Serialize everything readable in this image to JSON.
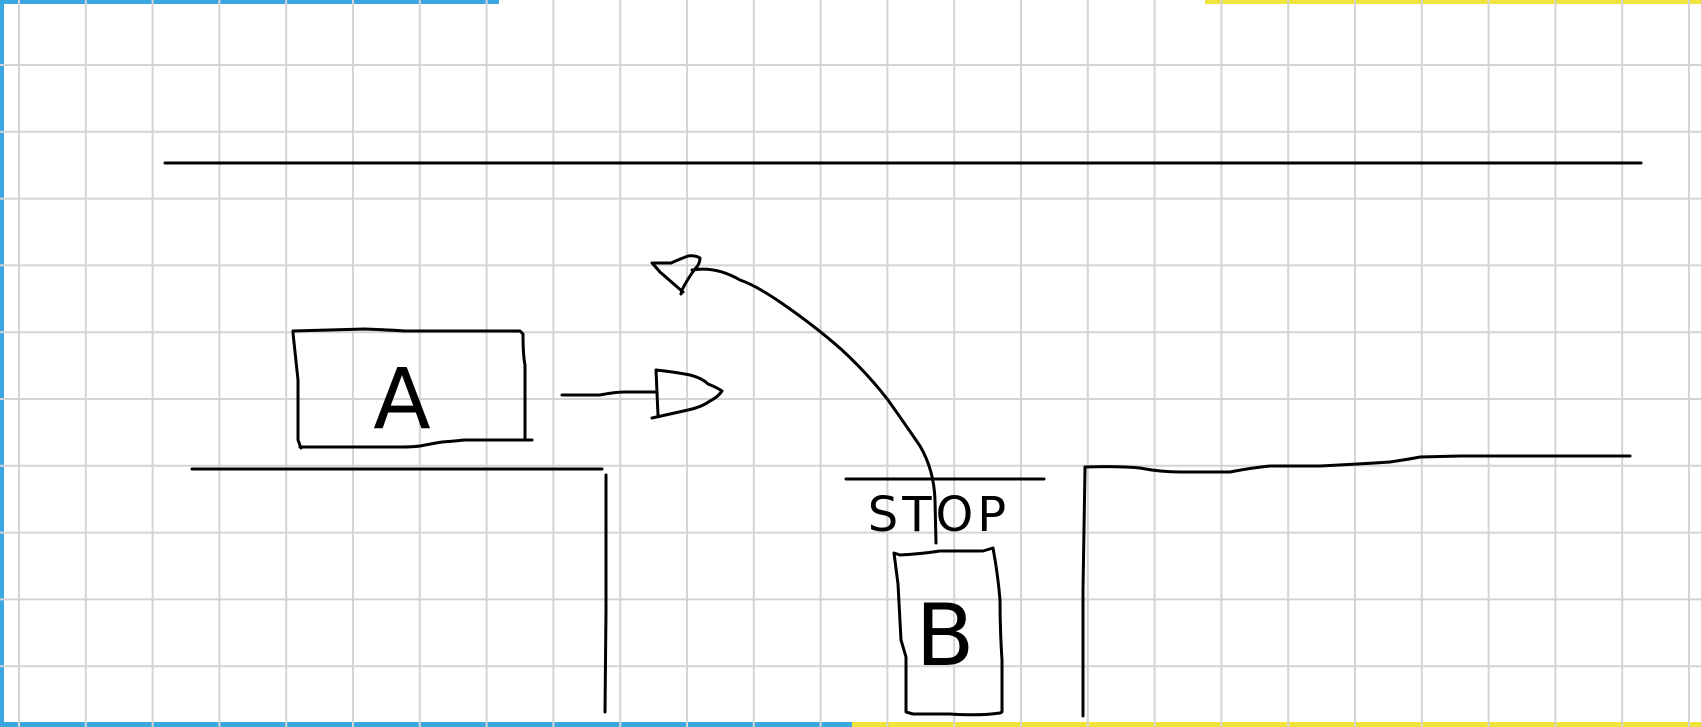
{
  "diagram": {
    "car_a_label": "A",
    "car_b_label": "B",
    "stop_label": "STOP"
  },
  "colors": {
    "grid": "#d4d4d4",
    "ink": "#000000",
    "frame_blue": "#3ba7e0",
    "frame_yellow": "#f0e33c"
  }
}
